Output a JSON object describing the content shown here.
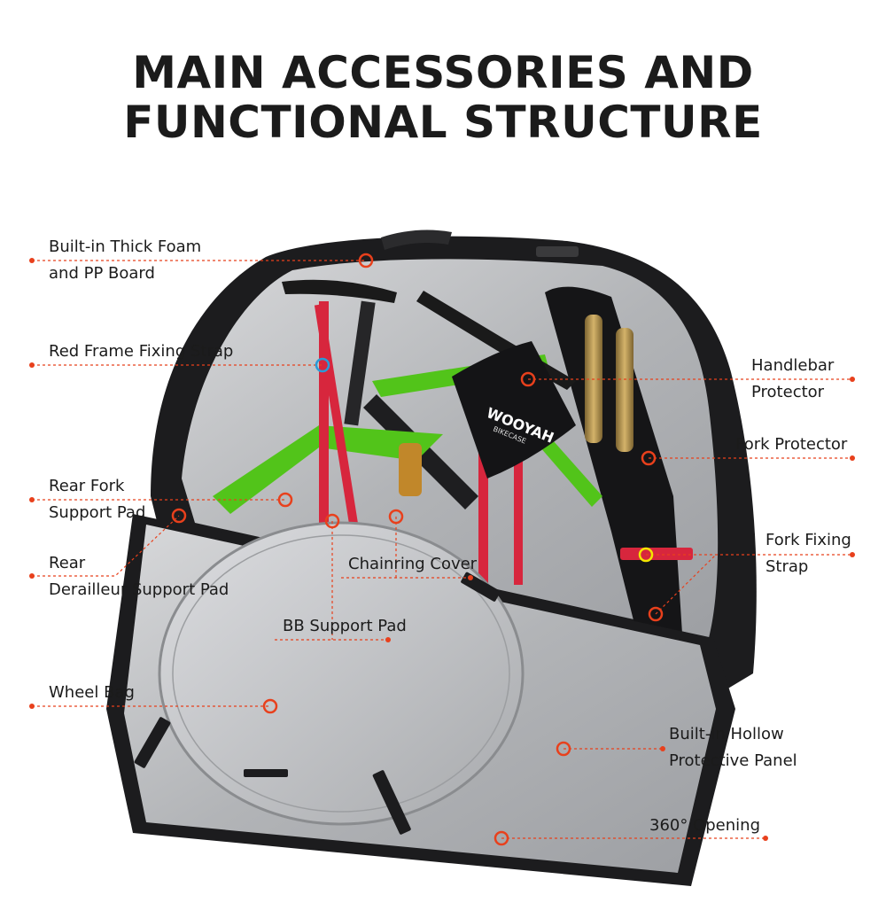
{
  "title": {
    "line1": "MAIN ACCESSORIES AND",
    "line2": "FUNCTIONAL STRUCTURE"
  },
  "brand": {
    "name": "WOOYAH",
    "sub": "BIKECASE"
  },
  "labels": {
    "foam": {
      "line1": "Built-in Thick Foam",
      "line2": "and PP Board"
    },
    "strap": {
      "line1": "Red Frame Fixing Strap"
    },
    "handlebar": {
      "line1": "Handlebar",
      "line2": "Protector"
    },
    "fork": {
      "line1": "Fork Protector"
    },
    "rearfork": {
      "line1": "Rear Fork",
      "line2": "Support Pad"
    },
    "forkstrap": {
      "line1": "Fork Fixing",
      "line2": "Strap"
    },
    "derailleur": {
      "line1": "Rear",
      "line2": "Derailleur Support Pad"
    },
    "chainring": {
      "line1": "Chainring Cover"
    },
    "bb": {
      "line1": "BB Support Pad"
    },
    "wheelbag": {
      "line1": "Wheel Bag"
    },
    "panel": {
      "line1": "Built-in Hollow",
      "line2": "Protective Panel"
    },
    "opening": {
      "line1": "360° Opening"
    }
  },
  "colors": {
    "leader": "#e8401c",
    "strap_marker": "#2a9bd8",
    "forkstrap_marker": "#f2e600",
    "bag_black": "#1c1c1e",
    "silver": "#b9bbbe",
    "frame_green": "#52c41a",
    "strap_red": "#d7263d",
    "fork_gold": "#b8954a"
  }
}
